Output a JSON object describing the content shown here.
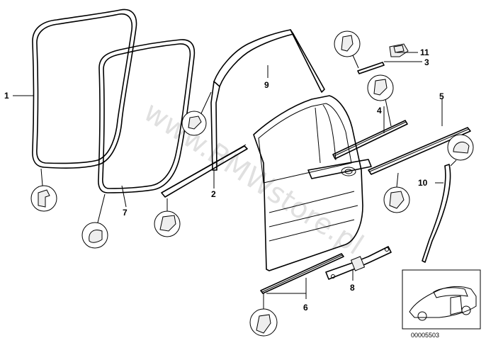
{
  "diagram": {
    "callouts": {
      "c1": "1",
      "c2": "2",
      "c3": "3",
      "c4": "4",
      "c5": "5",
      "c6": "6",
      "c7": "7",
      "c8": "8",
      "c9": "9",
      "c10": "10",
      "c11": "11"
    },
    "watermark": "www.BMWstore.pl",
    "inset_code": "00005503"
  }
}
